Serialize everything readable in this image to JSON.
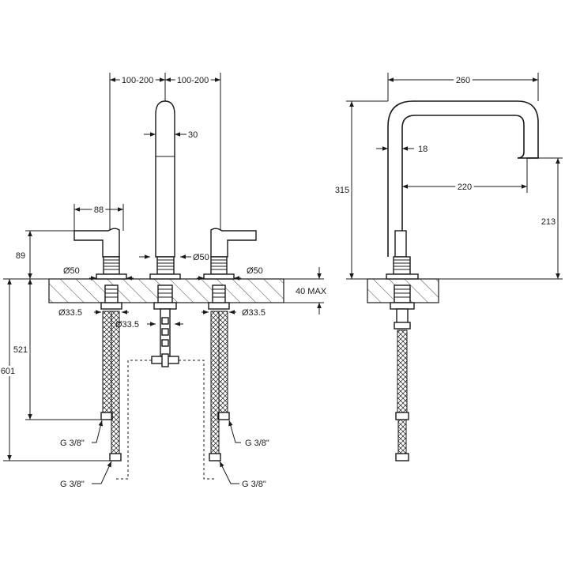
{
  "dimensions": {
    "spacing_left": "100-200",
    "spacing_right": "100-200",
    "spout_width": "30",
    "handle_width": "88",
    "handle_height": "89",
    "flange_left": "Ø50",
    "flange_center": "Ø50",
    "flange_right": "Ø50",
    "deck_thickness": "40 MAX",
    "shank_left": "Ø33.5",
    "shank_center": "Ø33.5",
    "shank_right": "Ø33.5",
    "depth_521": "521",
    "depth_601": "601",
    "conn_left_upper": "G 3/8\"",
    "conn_left_lower": "G 3/8\"",
    "conn_right_upper": "G 3/8\"",
    "conn_right_lower": "G 3/8\"",
    "spout_reach_total": "260",
    "spout_tube": "18",
    "spout_reach": "220",
    "spout_height": "315",
    "spout_clearance": "213"
  },
  "colors": {
    "line": "#1a1a1a",
    "background": "#ffffff"
  }
}
